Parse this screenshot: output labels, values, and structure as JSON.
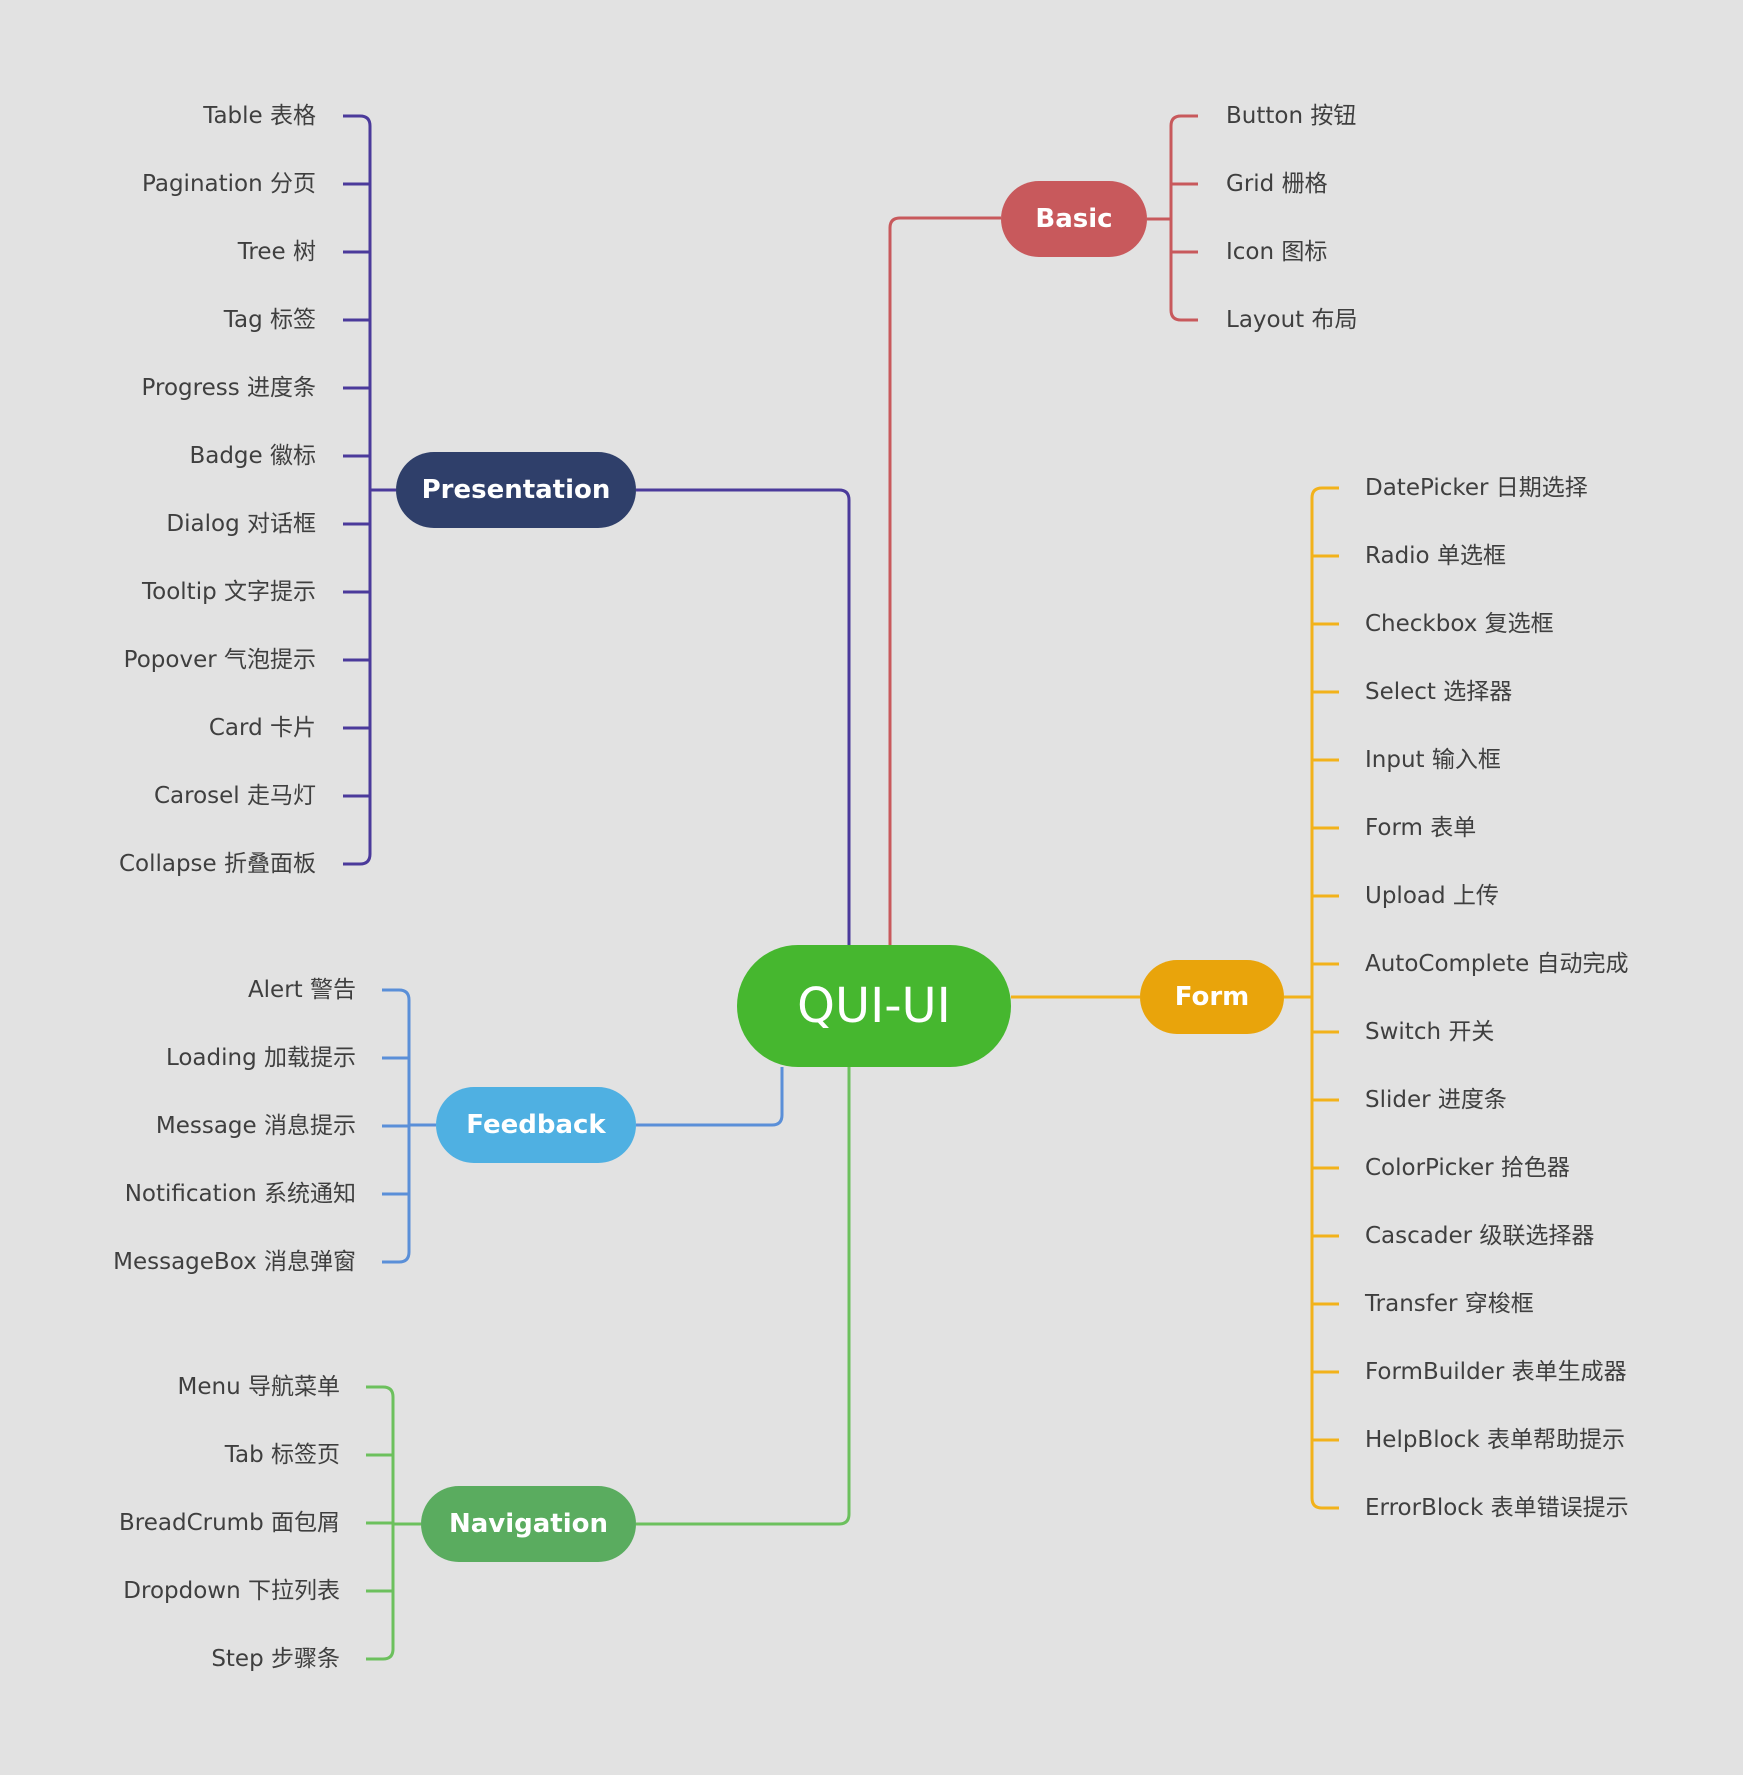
{
  "root": {
    "label": "QUI-UI",
    "color": "#46b72f"
  },
  "branches": [
    {
      "key": "basic",
      "label": "Basic",
      "color": "#c8595c",
      "items": [
        "Button 按钮",
        "Grid 栅格",
        "Icon 图标",
        "Layout 布局"
      ]
    },
    {
      "key": "presentation",
      "label": "Presentation",
      "color": "#2f3f6a",
      "line_color": "#4b3a9b",
      "items": [
        "Table 表格",
        "Pagination 分页",
        "Tree 树",
        "Tag 标签",
        "Progress 进度条",
        "Badge 徽标",
        "Dialog 对话框",
        "Tooltip 文字提示",
        "Popover 气泡提示",
        "Card 卡片",
        "Carosel 走马灯",
        "Collapse 折叠面板"
      ]
    },
    {
      "key": "form",
      "label": "Form",
      "color": "#e9a40b",
      "line_color": "#f2b21b",
      "items": [
        "DatePicker 日期选择",
        "Radio 单选框",
        "Checkbox 复选框",
        "Select 选择器",
        "Input 输入框",
        "Form 表单",
        "Upload 上传",
        "AutoComplete 自动完成",
        "Switch 开关",
        "Slider 进度条",
        "ColorPicker 拾色器",
        "Cascader 级联选择器",
        "Transfer 穿梭框",
        "FormBuilder 表单生成器",
        "HelpBlock 表单帮助提示",
        "ErrorBlock 表单错误提示"
      ]
    },
    {
      "key": "feedback",
      "label": "Feedback",
      "color": "#4fb0e2",
      "line_color": "#5a8fd8",
      "items": [
        "Alert 警告",
        "Loading 加载提示",
        "Message 消息提示",
        "Notification 系统通知",
        "MessageBox 消息弹窗"
      ]
    },
    {
      "key": "navigation",
      "label": "Navigation",
      "color": "#5aac5f",
      "line_color": "#6cc05d",
      "items": [
        "Menu 导航菜单",
        "Tab 标签页",
        "BreadCrumb 面包屑",
        "Dropdown 下拉列表",
        "Step 步骤条"
      ]
    }
  ]
}
